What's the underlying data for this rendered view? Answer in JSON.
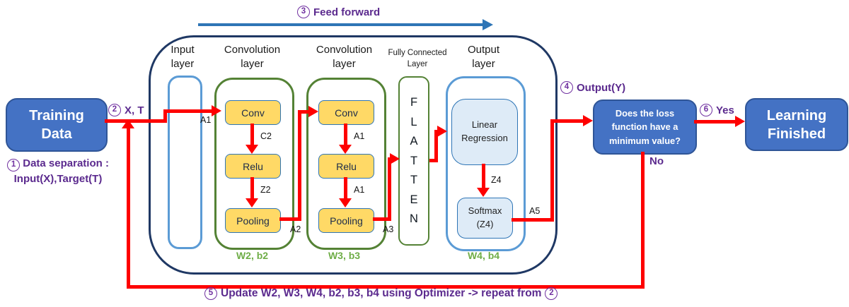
{
  "colors": {
    "red": "#fe0000",
    "purple": "#7030A0",
    "purpledark": "#5b2a8e",
    "navy": "#1f3864",
    "bluebox": "#4472c4",
    "blueboxborder": "#2f5597",
    "lightblue": "#5b9bd5",
    "green": "#548235",
    "greentext": "#6fad47",
    "yellow": "#ffd966",
    "yellowborder": "#2e75b6",
    "lightfill": "#deebf7",
    "bluearrow": "#2e75b6",
    "ink": "#1a1a1a"
  },
  "nodes": {
    "training_data": {
      "line1": "Training",
      "line2": "Data"
    },
    "learning_finished": {
      "line1": "Learning",
      "line2": "Finished"
    },
    "loss": {
      "line1": "Does the loss",
      "line2": "function have a",
      "line3": "minimum value?"
    }
  },
  "steps": {
    "s1": {
      "num": "1",
      "line1": "Data separation :",
      "line2": "Input(X),Target(T)"
    },
    "s2": {
      "num": "2",
      "label": "X, T"
    },
    "s3": {
      "num": "3",
      "label": "Feed forward"
    },
    "s4": {
      "num": "4",
      "label": "Output(Y)"
    },
    "s5": {
      "num": "5",
      "label": "Update W2, W3, W4, b2, b3, b4 using Optimizer -> repeat from",
      "num2": "2"
    },
    "s6": {
      "num": "6",
      "label": "Yes"
    },
    "no_label": "No"
  },
  "pipeline": {
    "input": {
      "title1": "Input",
      "title2": "layer"
    },
    "conv1": {
      "title1": "Convolution",
      "title2": "layer",
      "conv": "Conv",
      "relu": "Relu",
      "pooling": "Pooling",
      "in_label": "A1",
      "edge1": "C2",
      "edge2": "Z2",
      "out_label": "A2",
      "weights": "W2, b2"
    },
    "conv2": {
      "title1": "Convolution",
      "title2": "layer",
      "conv": "Conv",
      "relu": "Relu",
      "pooling": "Pooling",
      "edge1": "A1",
      "edge2": "A1",
      "out_label": "A3",
      "weights": "W3, b3"
    },
    "fc": {
      "title1": "Fully Connected",
      "title2": "Layer",
      "letters": [
        "F",
        "L",
        "A",
        "T",
        "T",
        "E",
        "N"
      ]
    },
    "output": {
      "title1": "Output",
      "title2": "layer",
      "linear": "Linear Regression",
      "softmax1": "Softmax",
      "softmax2": "(Z4)",
      "edge1": "Z4",
      "out_label": "A5",
      "weights": "W4, b4"
    }
  }
}
